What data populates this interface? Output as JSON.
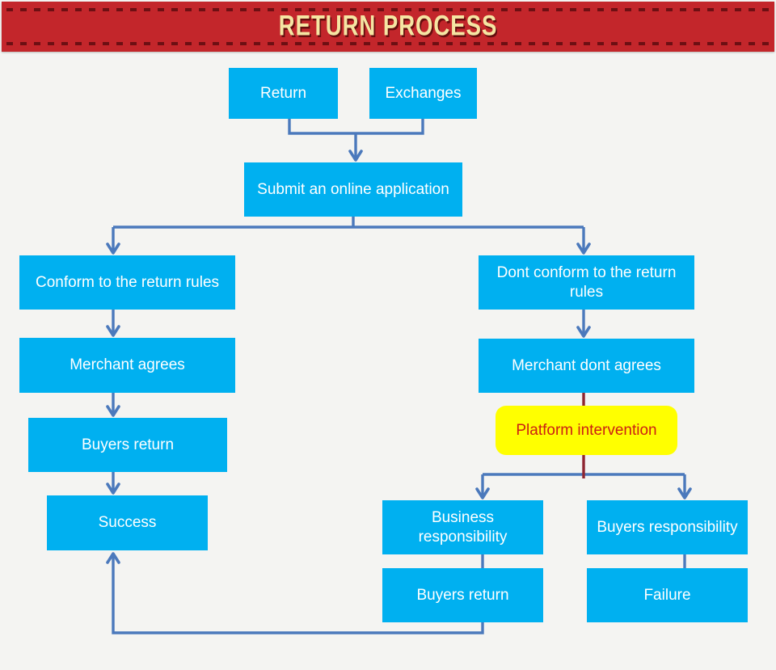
{
  "header": {
    "title": "RETURN PROCESS"
  },
  "colors": {
    "banner_bg": "#c3262b",
    "banner_dash": "#6d0f13",
    "banner_text": "#f5e5a3",
    "node_fill": "#00b0f0",
    "node_text": "#ffffff",
    "connector": "#4b79bc",
    "maroon": "#8e2531",
    "highlight_fill": "#ffff00",
    "highlight_text": "#cc2013",
    "page_bg": "#f4f4f2"
  },
  "chart_data": {
    "type": "flowchart",
    "title": "RETURN PROCESS",
    "nodes": [
      "Return",
      "Exchanges",
      "Submit an online application",
      "Conform to the return rules",
      "Dont conform to the return rules",
      "Merchant agrees",
      "Merchant dont agrees",
      "Buyers return",
      "Success",
      "Platform intervention",
      "Business responsibility",
      "Buyers responsibility",
      "Buyers return",
      "Failure"
    ],
    "edges": [
      [
        "Return",
        "Submit an online application"
      ],
      [
        "Exchanges",
        "Submit an online application"
      ],
      [
        "Submit an online application",
        "Conform to the return rules"
      ],
      [
        "Submit an online application",
        "Dont conform to the return rules"
      ],
      [
        "Conform to the return rules",
        "Merchant agrees"
      ],
      [
        "Merchant agrees",
        "Buyers return (left)"
      ],
      [
        "Buyers return (left)",
        "Success"
      ],
      [
        "Dont conform to the return rules",
        "Merchant dont agrees"
      ],
      [
        "Merchant dont agrees",
        "Platform intervention"
      ],
      [
        "Platform intervention",
        "Business responsibility"
      ],
      [
        "Platform intervention",
        "Buyers responsibility"
      ],
      [
        "Business responsibility",
        "Buyers return (right)"
      ],
      [
        "Buyers responsibility",
        "Failure"
      ],
      [
        "Buyers return (right)",
        "Success"
      ]
    ]
  },
  "nodes": {
    "return": {
      "label": "Return"
    },
    "exchanges": {
      "label": "Exchanges"
    },
    "submit": {
      "label": "Submit an online application"
    },
    "conform": {
      "label": "Conform to the return rules"
    },
    "dont_conform": {
      "label": "Dont conform to the return rules"
    },
    "merchant_agrees": {
      "label": "Merchant agrees"
    },
    "merchant_dont_agrees": {
      "label": "Merchant dont agrees"
    },
    "platform_intervention": {
      "label": "Platform intervention"
    },
    "business_responsibility": {
      "label": "Business responsibility"
    },
    "buyers_responsibility": {
      "label": "Buyers responsibility"
    },
    "buyers_return_right": {
      "label": "Buyers return"
    },
    "failure": {
      "label": "Failure"
    },
    "buyers_return_left": {
      "label": "Buyers return"
    },
    "success": {
      "label": "Success"
    }
  }
}
